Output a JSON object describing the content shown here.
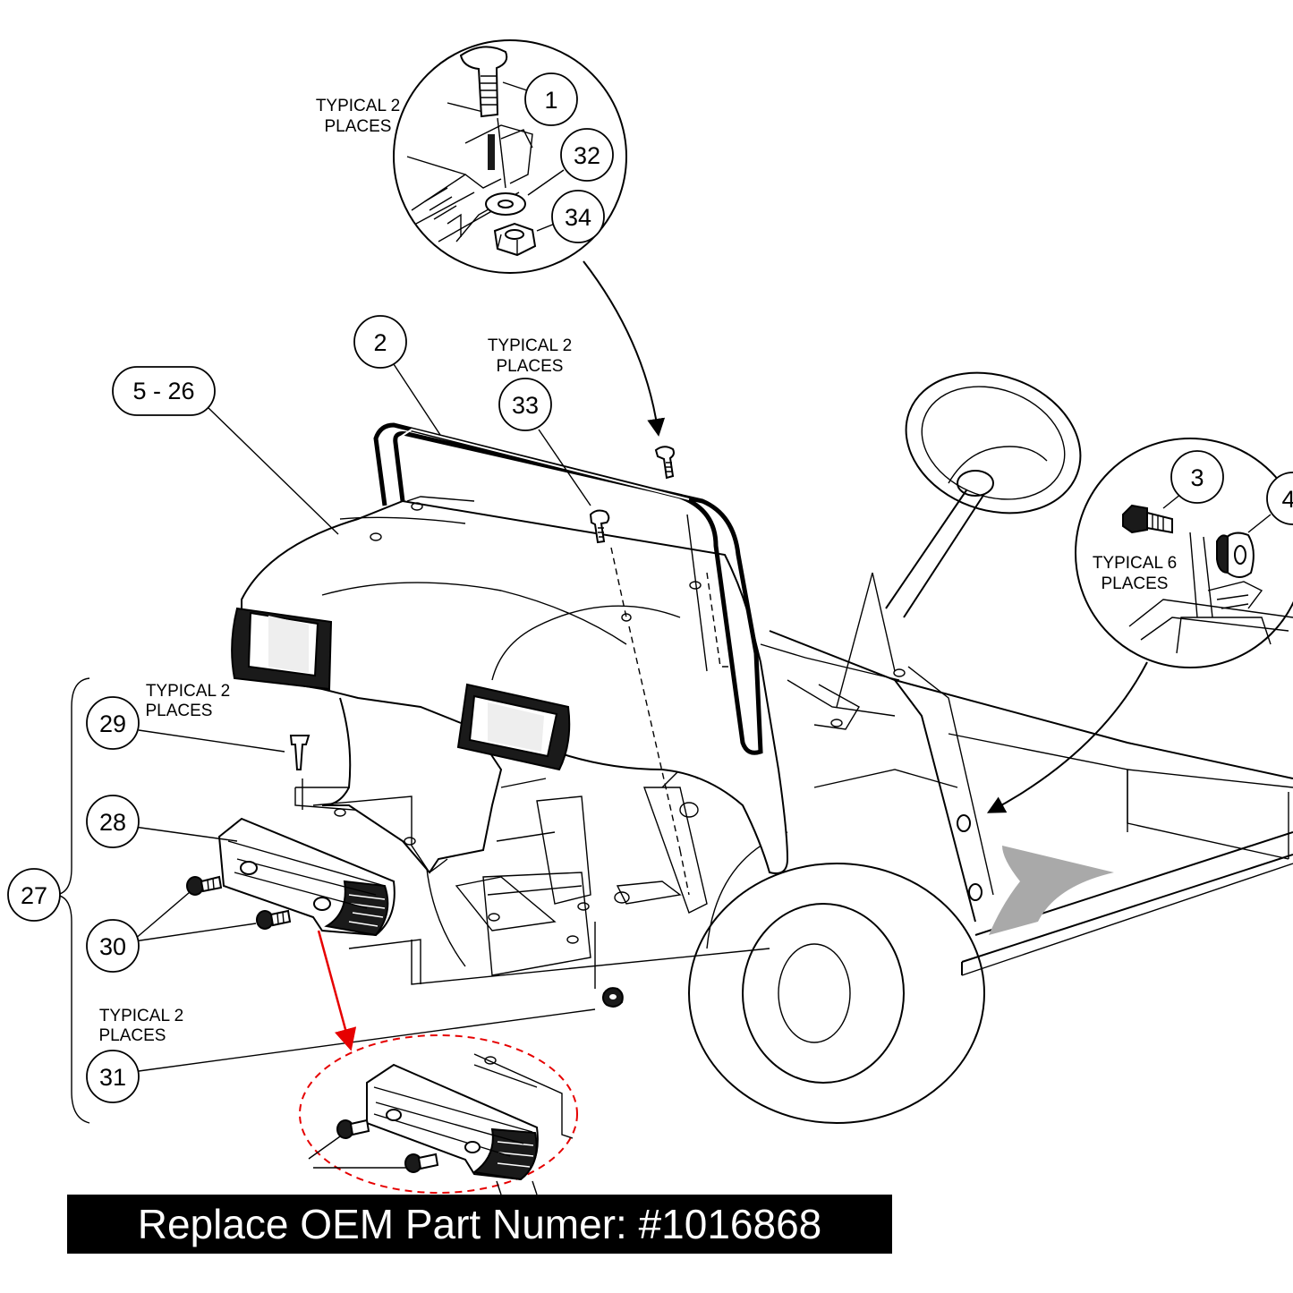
{
  "callouts": {
    "c1": "1",
    "c2": "2",
    "c3": "3",
    "c4": "4",
    "c5_26": "5 - 26",
    "c27": "27",
    "c28": "28",
    "c29": "29",
    "c30": "30",
    "c31": "31",
    "c32": "32",
    "c33": "33",
    "c34": "34"
  },
  "notes": {
    "typical2_top": [
      "TYPICAL 2",
      "PLACES"
    ],
    "typical2_33": [
      "TYPICAL 2",
      "PLACES"
    ],
    "typical6": [
      "TYPICAL 6",
      "PLACES"
    ],
    "typical2_29": [
      "TYPICAL 2",
      "PLACES"
    ],
    "typical2_31": [
      "TYPICAL 2",
      "PLACES"
    ]
  },
  "banner": {
    "text": "Replace OEM Part Numer: #1016868"
  },
  "colors": {
    "banner_bg": "#000000",
    "banner_text": "#ffffff",
    "highlight": "#e60000",
    "floor_mat": "#a9a9a9"
  }
}
